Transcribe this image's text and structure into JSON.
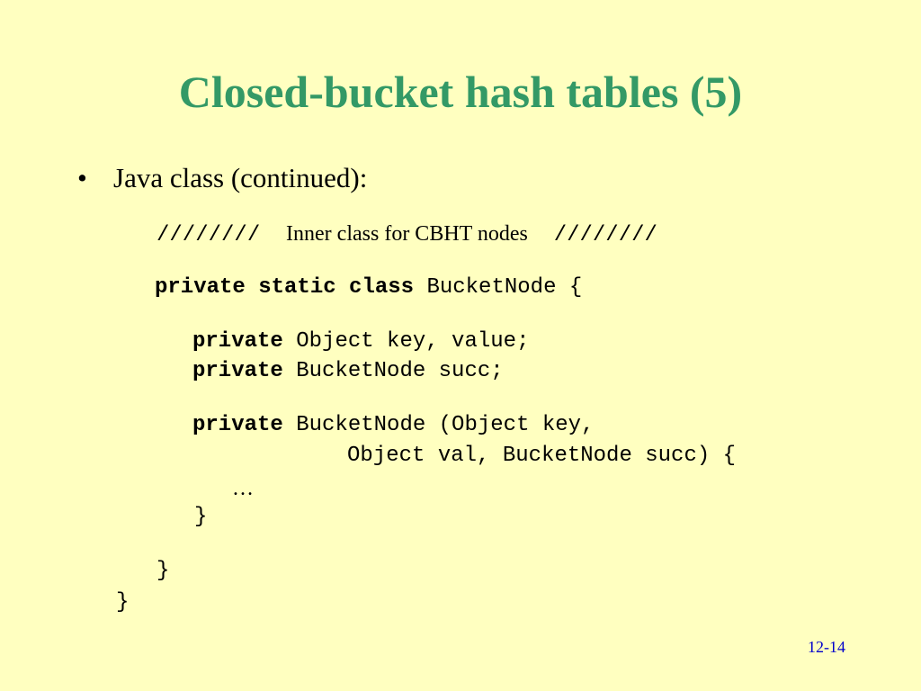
{
  "slide": {
    "title": "Closed-bucket hash tables (5)",
    "bullet": "Java class (continued):",
    "bullet_symbol": "•",
    "page_number": "12-14",
    "title_color": "#339966",
    "background_color": "#ffffc0",
    "page_number_color": "#0000cc"
  },
  "code": {
    "comment_slashes_left": "////////",
    "comment_text": "Inner class for CBHT nodes",
    "comment_slashes_right": "////////",
    "class_decl_keywords": "private static class",
    "class_decl_rest": " BucketNode {",
    "field1_keyword": "private",
    "field1_rest": " Object key, value;",
    "field2_keyword": "private",
    "field2_rest": " BucketNode succ;",
    "ctor_keyword": "private",
    "ctor_rest": " BucketNode (Object key,",
    "ctor_line2": "Object val, BucketNode succ) {",
    "ellipsis": "…",
    "ctor_close": "}",
    "class_close": "}",
    "outer_close": "}"
  }
}
